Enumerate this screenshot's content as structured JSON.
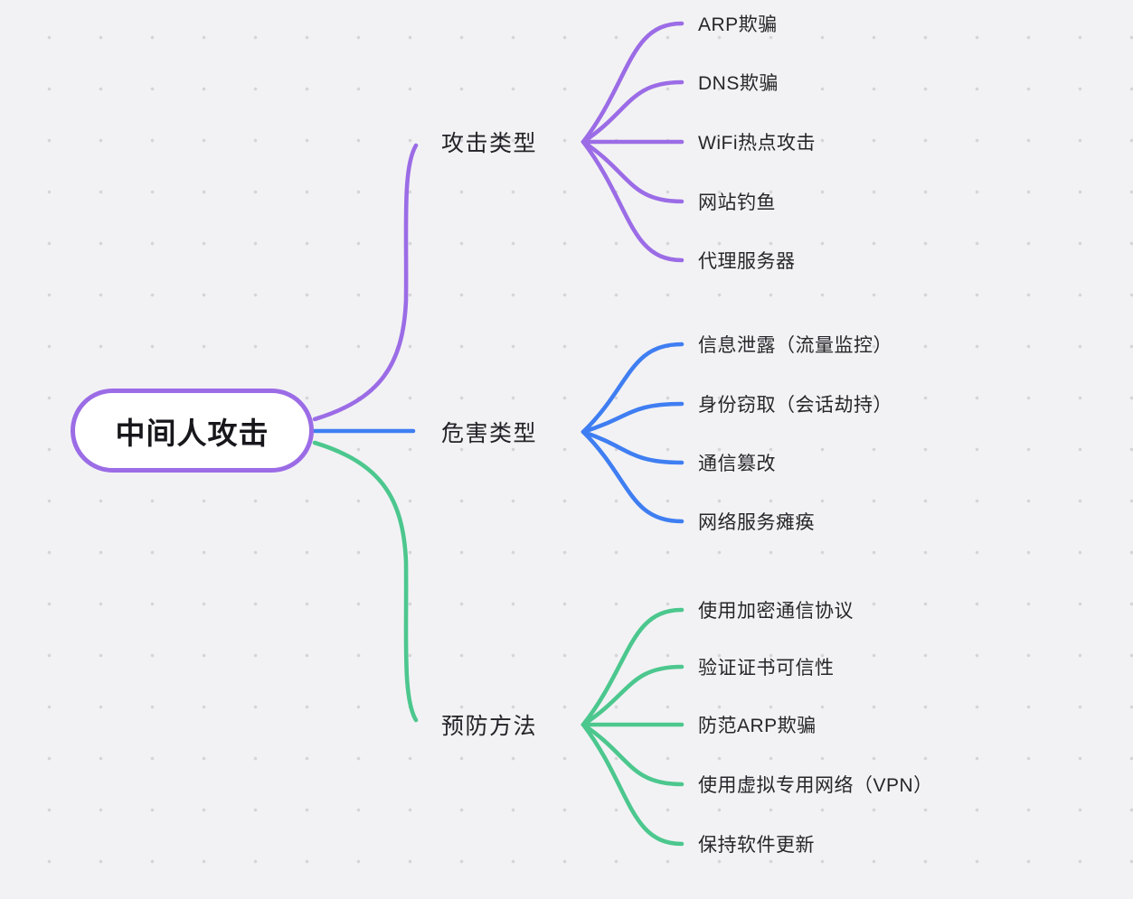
{
  "canvas": {
    "background_color": "#f2f2f4",
    "dot_color": "#d5d5d9"
  },
  "root": {
    "label": "中间人攻击",
    "border_color": "#9b6ce6",
    "fill_color": "#ffffff",
    "text_color": "#17171c"
  },
  "branches": [
    {
      "label": "攻击类型",
      "color": "#9b6ce6",
      "children": [
        "ARP欺骗",
        "DNS欺骗",
        "WiFi热点攻击",
        "网站钓鱼",
        "代理服务器"
      ]
    },
    {
      "label": "危害类型",
      "color": "#3f7ef2",
      "children": [
        "信息泄露（流量监控）",
        "身份窃取（会话劫持）",
        "通信篡改",
        "网络服务瘫痪"
      ]
    },
    {
      "label": "预防方法",
      "color": "#4cc78e",
      "children": [
        "使用加密通信协议",
        "验证证书可信性",
        "防范ARP欺骗",
        "使用虚拟专用网络（VPN）",
        "保持软件更新"
      ]
    }
  ]
}
